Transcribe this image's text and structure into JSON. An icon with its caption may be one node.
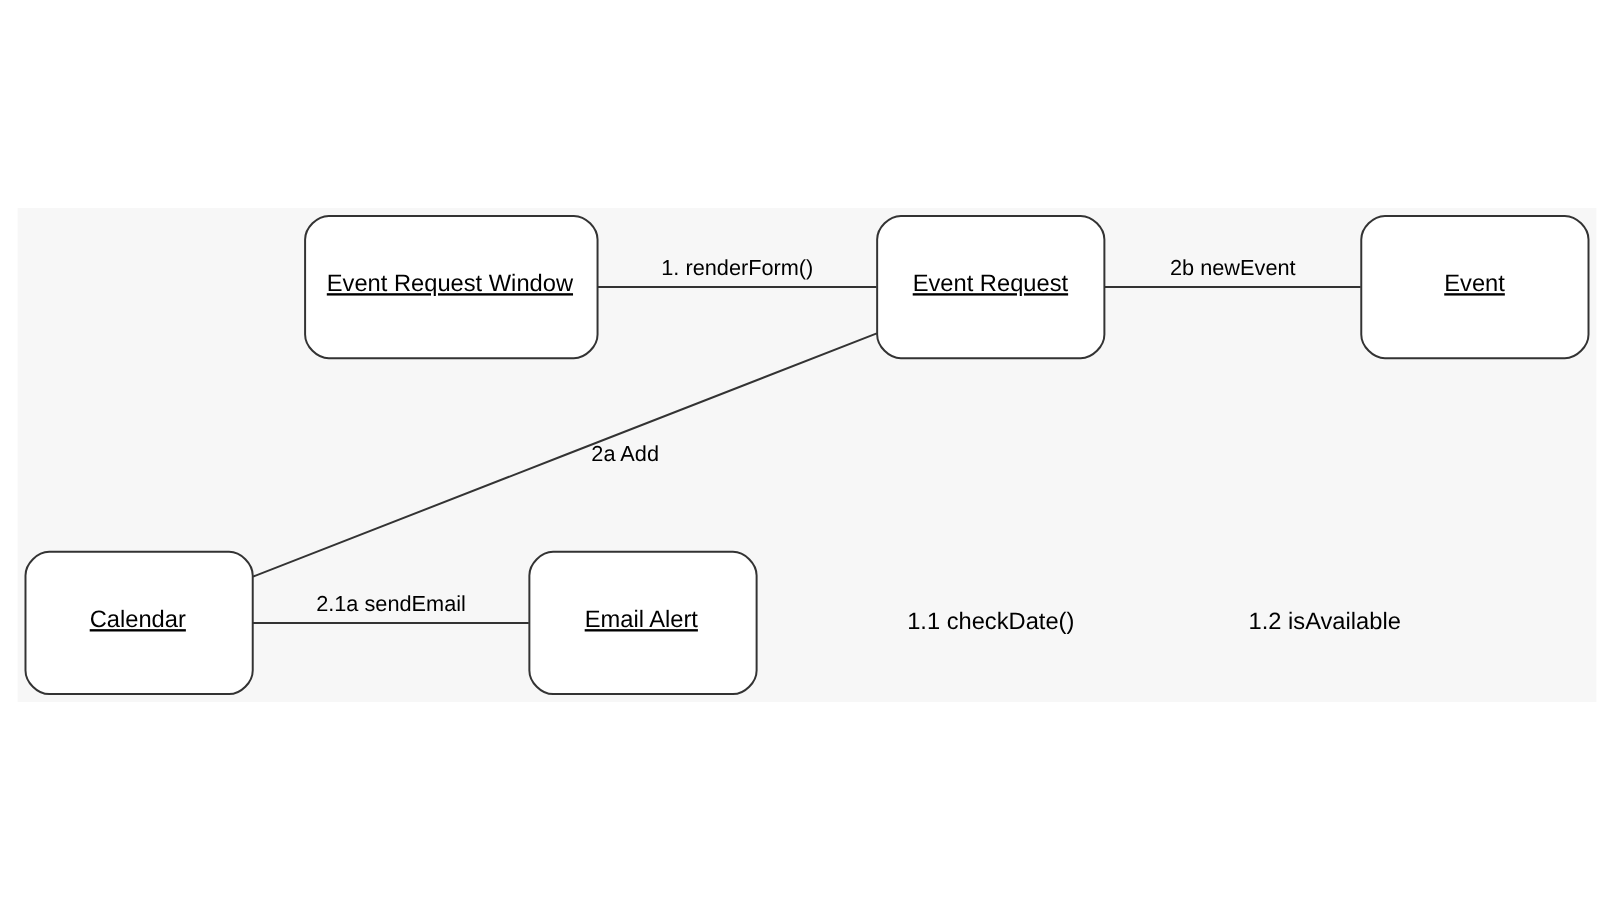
{
  "diagram": {
    "nodes": [
      {
        "text": [
          "Event Request Window"
        ]
      },
      {
        "text": [
          "Event Request"
        ]
      },
      {
        "text": [
          "Event"
        ]
      },
      {
        "text": [
          "Calendar"
        ]
      },
      {
        "text": [
          "Email Alert"
        ]
      }
    ],
    "edges": [
      {
        "from": 0,
        "to": 1,
        "arrow": "none",
        "label": "1. renderForm()"
      },
      {
        "from": 1,
        "to": 2,
        "arrow": "none",
        "label": "2b newEvent"
      },
      {
        "from": 1,
        "to": 3,
        "arrow": "none",
        "label": "2a Add"
      },
      {
        "from": 3,
        "to": 4,
        "arrow": "none",
        "label": "2.1a sendEmail"
      }
    ],
    "labels": [
      "1.1 checkDate()",
      "1.2 isAvailable"
    ]
  }
}
